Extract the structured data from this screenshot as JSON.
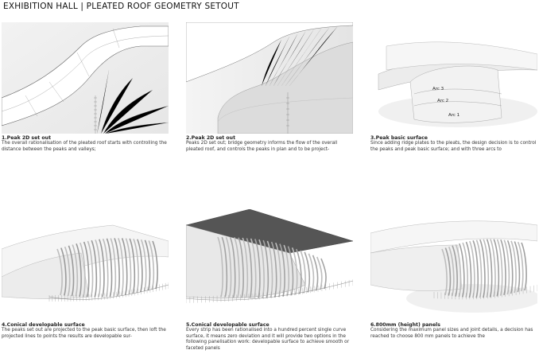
{
  "title": "EXHIBITION HALL | PLEATED ROOF GEOMETRY SETOUT",
  "panels": [
    {
      "title": "1.Peak 2D set out",
      "text": "The overall rationalisation of the pleated roof starts with controlling the distance between the peaks and valleys;"
    },
    {
      "title": "2.Peak 2D set out",
      "text": "Peaks 2D set out; bridge geometry informs the flow of the overall pleated roof, and controls the peaks in plan and to be project-"
    },
    {
      "title": "3.Peak basic surface",
      "text": "Since adding ridge plates to the pleats, the design decision is to control the peaks and peak basic surface; and with three arcs to",
      "arcs": [
        "Arc 3",
        "Arc 2",
        "Arc 1"
      ]
    },
    {
      "title": "4.Conical developable surface",
      "text": "The peaks set out are projected to the peak basic surface, then loft the projected lines to points the results are developable sur-"
    },
    {
      "title": "5.Conical developable surface",
      "text": "Every strip has been rationalised into a hundred percent single curve surface, it means zero deviation and it will provide two options in the following panelisation work: developable surface to achieve smooth or faceted panels"
    },
    {
      "title": "6.800mm (height) panels",
      "text": "Considering the maximum panel sizes and joint details, a decision has reached to choose 800 mm panels to achieve the"
    }
  ]
}
